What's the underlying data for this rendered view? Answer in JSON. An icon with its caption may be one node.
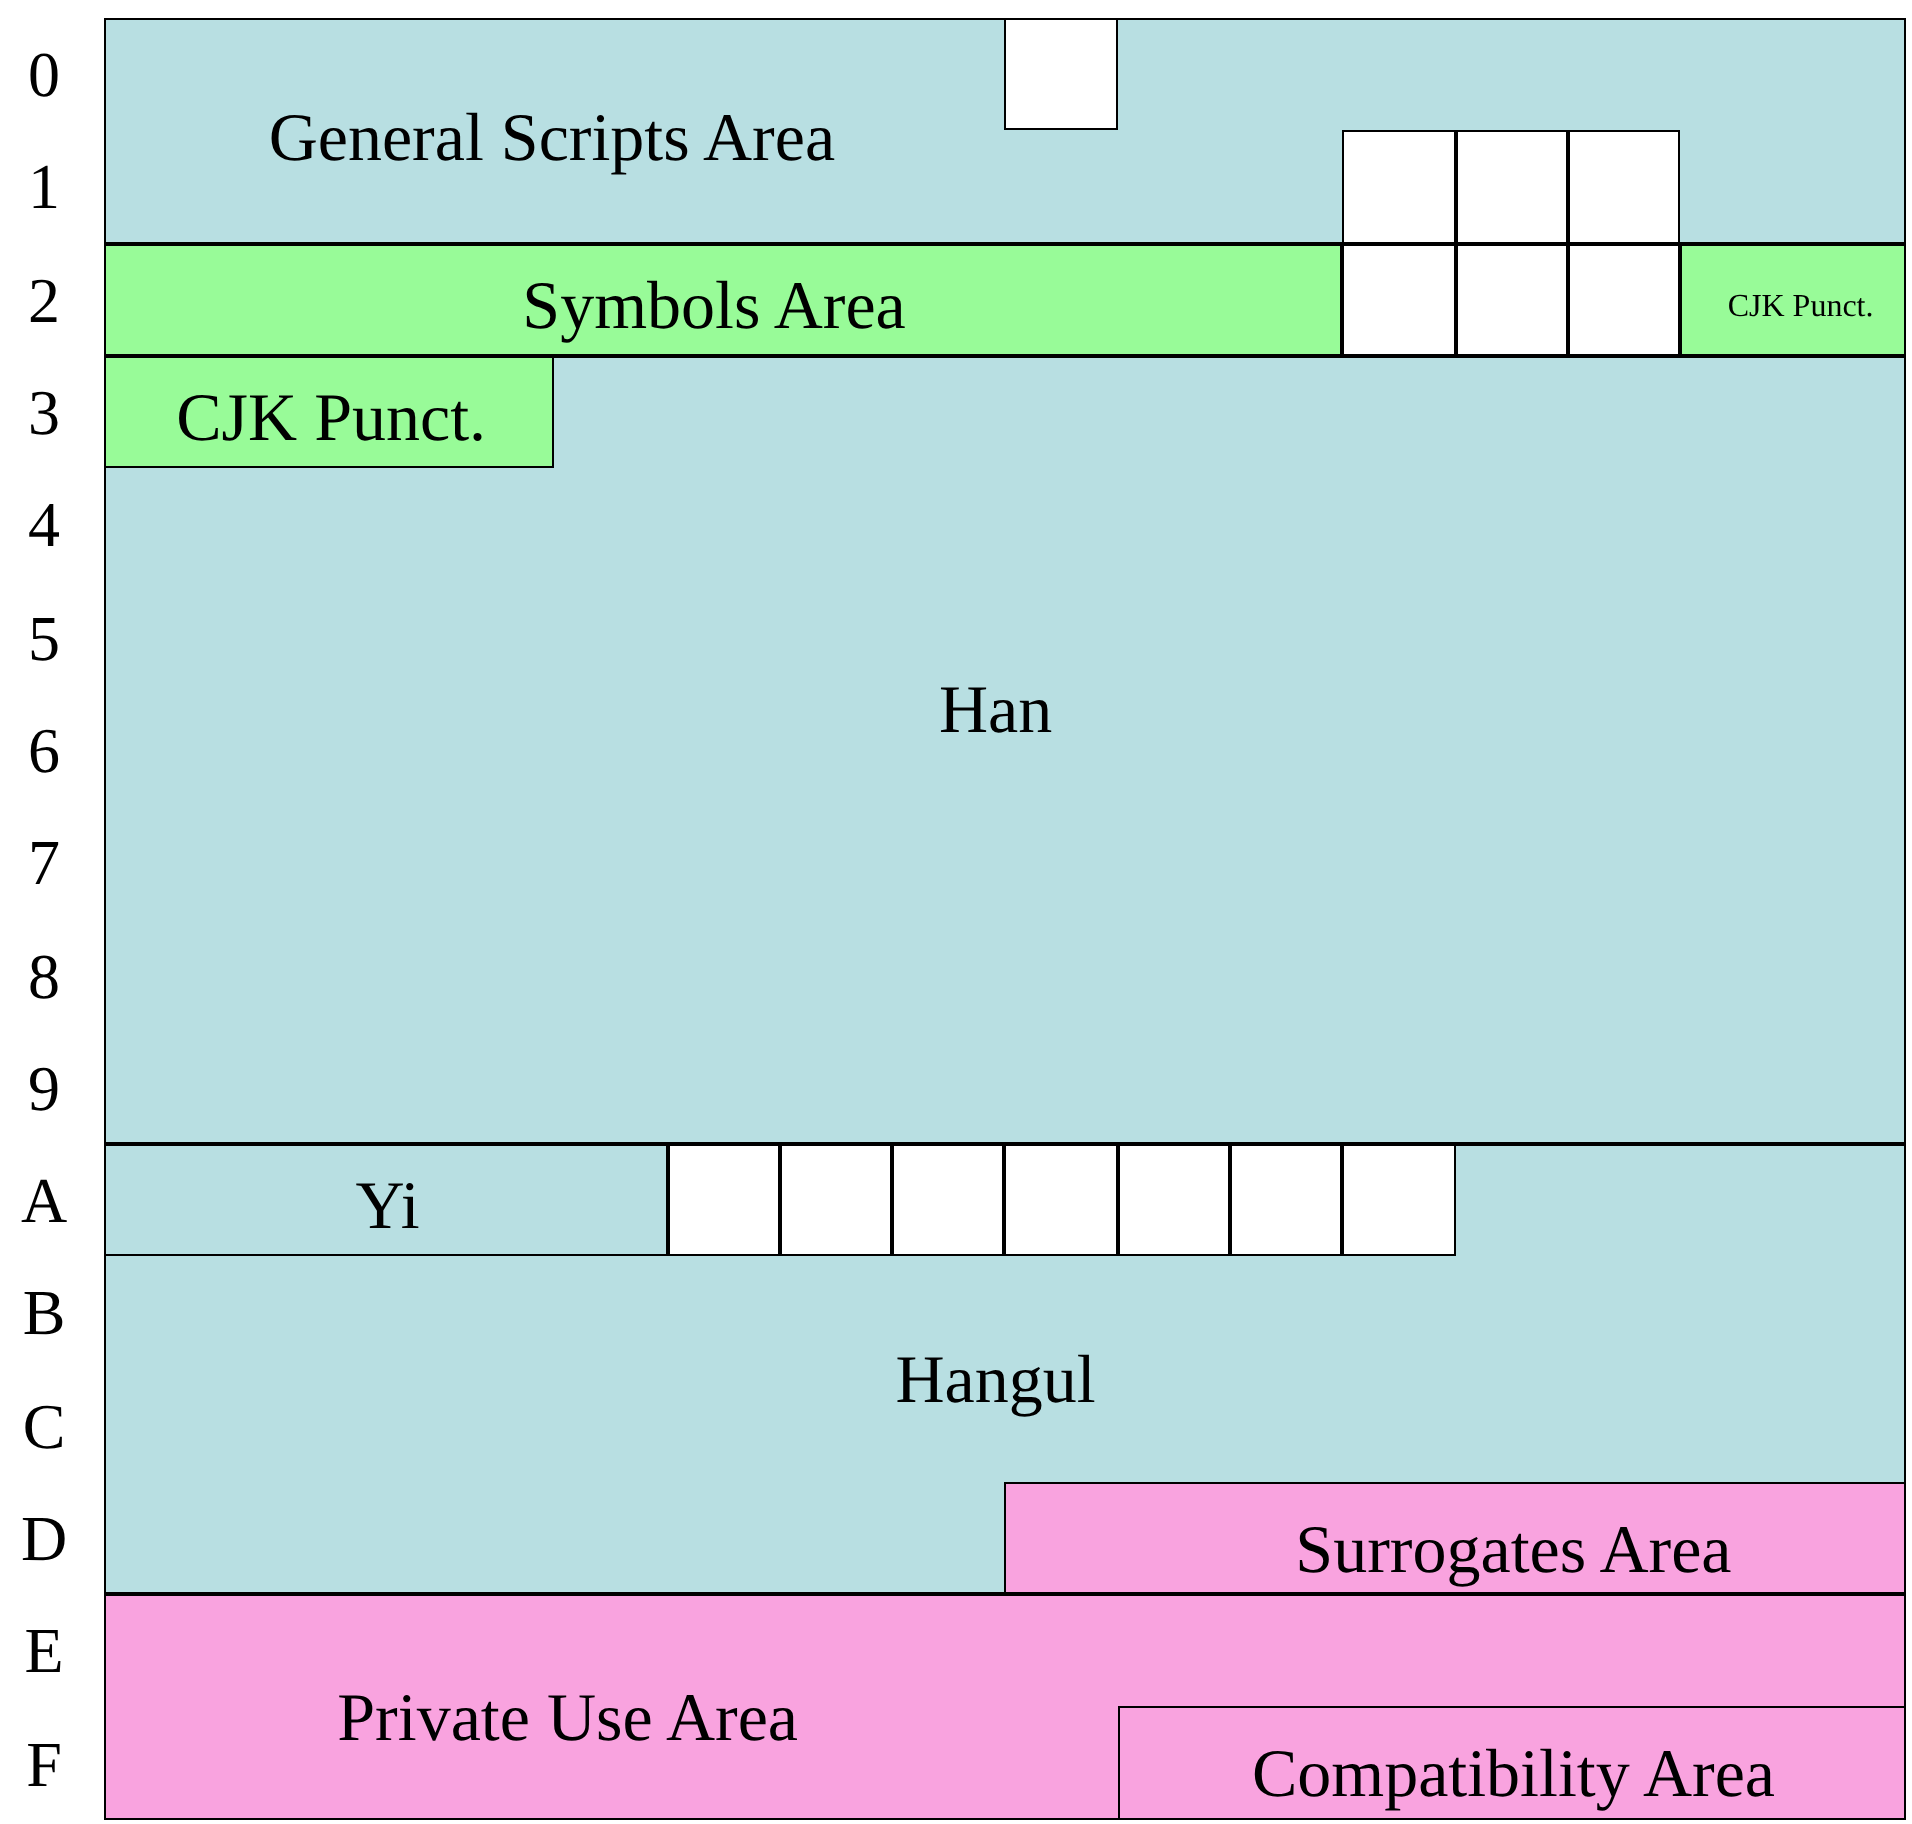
{
  "diagram": {
    "nodes": [
      {
        "text": [
          "General Scripts Area"
        ]
      },
      {
        "text": [],
        "shape": "box",
        "in": 0
      },
      {
        "text": [],
        "shape": "box",
        "in": 0
      },
      {
        "text": [],
        "shape": "box",
        "in": 0
      },
      {
        "text": [],
        "shape": "box",
        "in": 0
      },
      {
        "text": [
          "Symbols Area"
        ]
      },
      {
        "text": [],
        "shape": "box"
      },
      {
        "text": [],
        "shape": "box"
      },
      {
        "text": [],
        "shape": "box"
      },
      {
        "text": [
          "CJK Punct."
        ]
      },
      {
        "text": [
          "CJK Punct."
        ],
        "in": 11
      },
      {
        "text": [
          "Han"
        ]
      },
      {
        "text": [
          "Yi"
        ],
        "in": 20
      },
      {
        "text": [],
        "shape": "box",
        "in": 20
      },
      {
        "text": [],
        "shape": "box",
        "in": 20
      },
      {
        "text": [],
        "shape": "box",
        "in": 20
      },
      {
        "text": [],
        "shape": "box",
        "in": 20
      },
      {
        "text": [],
        "shape": "box",
        "in": 20
      },
      {
        "text": [],
        "shape": "box",
        "in": 20
      },
      {
        "text": [],
        "shape": "box",
        "in": 20
      },
      {
        "text": [
          "Hangul"
        ]
      },
      {
        "text": [
          "Surrogates Area"
        ],
        "in": 20
      },
      {
        "text": [
          "Private Use Area"
        ]
      },
      {
        "text": [
          "Compatibility Area"
        ],
        "in": 22
      }
    ],
    "labels": [
      "0",
      "1",
      "2",
      "3",
      "4",
      "5",
      "6",
      "7",
      "8",
      "9",
      "A",
      "B",
      "C",
      "D",
      "E",
      "F"
    ]
  }
}
